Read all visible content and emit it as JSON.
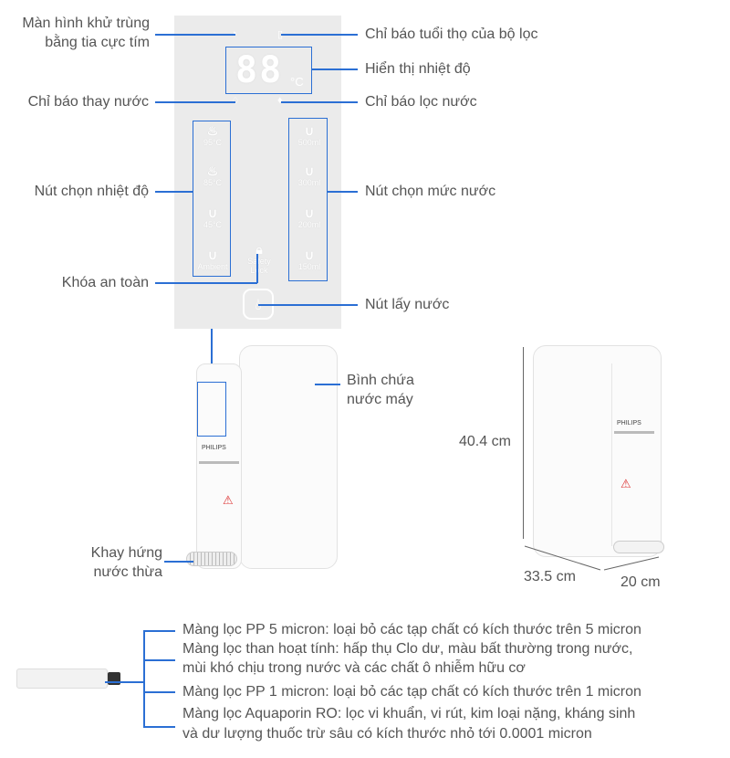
{
  "callouts": {
    "uv_screen": [
      "Màn hình khử trùng",
      "bằng tia cực tím"
    ],
    "filter_life": "Chỉ báo tuổi thọ của bộ lọc",
    "temp_display": "Hiển thị nhiệt độ",
    "water_change": "Chỉ báo thay nước",
    "water_filter": "Chỉ báo lọc nước",
    "temp_buttons": "Nút chọn nhiệt độ",
    "volume_buttons": "Nút chọn mức nước",
    "safety_lock": "Khóa an toàn",
    "dispense": "Nút lấy nước",
    "tank": [
      "Bình chứa",
      "nước máy"
    ],
    "drip_tray": [
      "Khay hứng",
      "nước thừa"
    ]
  },
  "panel": {
    "display": "88",
    "unit": "°C",
    "temps": [
      "95°C",
      "85°C",
      "45°C",
      "Ambient"
    ],
    "volumes": [
      "500ml",
      "300ml",
      "200ml",
      "150ml"
    ],
    "lock": [
      "Safety",
      "Lock"
    ]
  },
  "brand": "PHILIPS",
  "dimensions": {
    "height": "40.4 cm",
    "depth": "33.5 cm",
    "width": "20 cm"
  },
  "filters": [
    [
      "Màng lọc PP 5 micron: loại bỏ các tạp chất có kích thước trên 5 micron"
    ],
    [
      "Màng lọc than hoạt tính: hấp thụ Clo dư, màu bất thường trong nước,",
      "mùi khó chịu trong nước và các chất ô nhiễm hữu cơ"
    ],
    [
      "Màng lọc PP 1 micron: loại bỏ các tạp chất có kích thước trên 1 micron"
    ],
    [
      "Màng lọc Aquaporin RO: lọc vi khuẩn, vi rút, kim loại nặng, kháng sinh",
      "và dư lượng thuốc trừ sâu có kích thước nhỏ tới 0.0001 micron"
    ]
  ],
  "colors": {
    "callout_line": "#2b6fd4",
    "panel_bg": "#ebebeb"
  }
}
